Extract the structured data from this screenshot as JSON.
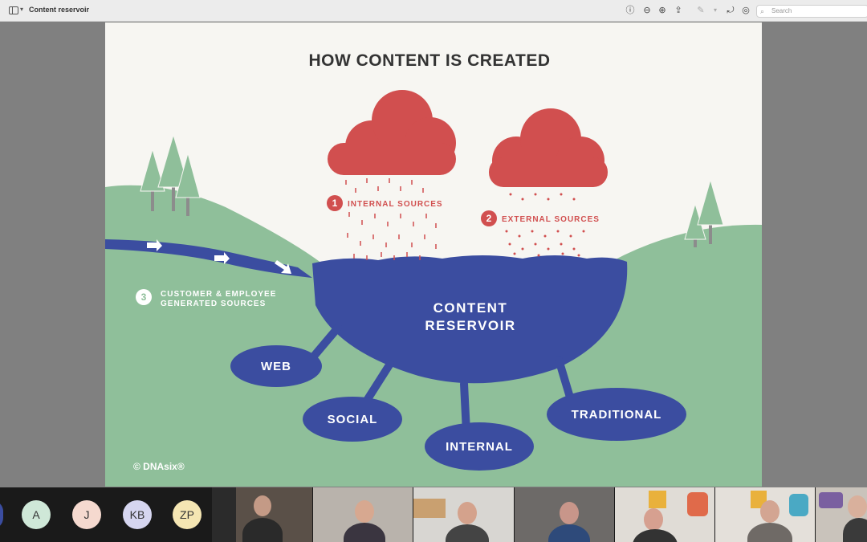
{
  "window": {
    "title": "Content reservoir",
    "search_placeholder": "Search"
  },
  "toolbar": {
    "icons": [
      "info-icon",
      "zoom-out-icon",
      "zoom-in-icon",
      "share-icon",
      "markup-icon",
      "rotate-icon",
      "annotate-icon"
    ]
  },
  "slide": {
    "title": "HOW CONTENT IS CREATED",
    "internal": {
      "number": "1",
      "label": "INTERNAL SOURCES"
    },
    "external": {
      "number": "2",
      "label": "EXTERNAL SOURCES"
    },
    "customer": {
      "number": "3",
      "line1": "CUSTOMER & EMPLOYEE",
      "line2": "GENERATED SOURCES"
    },
    "reservoir": {
      "line1": "CONTENT",
      "line2": "RESERVOIR"
    },
    "nodes": {
      "web": "WEB",
      "social": "SOCIAL",
      "internal": "INTERNAL",
      "traditional": "TRADITIONAL"
    },
    "copyright": "© DNAsix®",
    "colors": {
      "cloud": "#d14f4f",
      "water": "#3b4da0",
      "hill": "#8fbf9a",
      "sky": "#f7f6f2",
      "tree": "#8fbf9a"
    }
  },
  "participants": {
    "avatars": [
      {
        "initials": "A",
        "color": "#cfe8d8"
      },
      {
        "initials": "J",
        "color": "#f5d9cf"
      },
      {
        "initials": "KB",
        "color": "#d6d6f0"
      },
      {
        "initials": "ZP",
        "color": "#f5e6b3"
      }
    ],
    "video_tiles": 7
  }
}
